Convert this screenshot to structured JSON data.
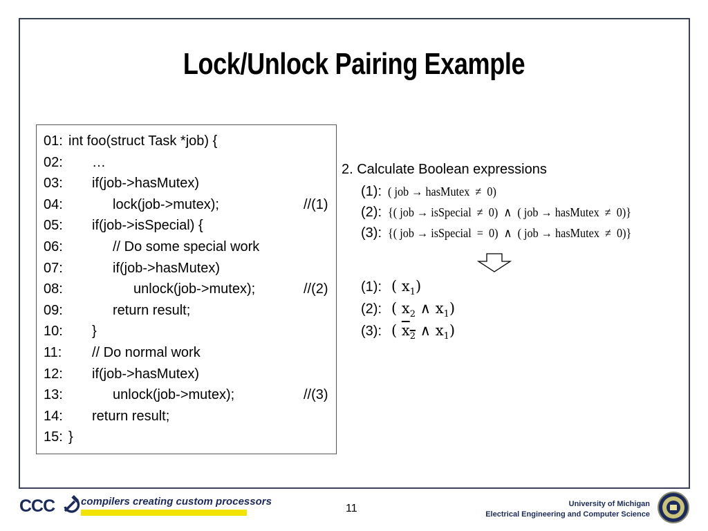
{
  "slide": {
    "title": "Lock/Unlock Pairing Example",
    "code": [
      {
        "num": "01:",
        "text": "int foo(struct Task *job) {",
        "indent": 0,
        "comment": ""
      },
      {
        "num": "02:",
        "text": "…",
        "indent": 1,
        "comment": ""
      },
      {
        "num": "03:",
        "text": "if(job->hasMutex)",
        "indent": 1,
        "comment": ""
      },
      {
        "num": "04:",
        "text": "lock(job->mutex);",
        "indent": 2,
        "comment": "//(1)"
      },
      {
        "num": "05:",
        "text": "if(job->isSpecial) {",
        "indent": 1,
        "comment": ""
      },
      {
        "num": "06:",
        "text": "// Do some special work",
        "indent": 2,
        "comment": ""
      },
      {
        "num": "07:",
        "text": "if(job->hasMutex)",
        "indent": 2,
        "comment": ""
      },
      {
        "num": "08:",
        "text": "unlock(job->mutex);",
        "indent": 3,
        "comment": "//(2)"
      },
      {
        "num": "09:",
        "text": "return result;",
        "indent": 2,
        "comment": ""
      },
      {
        "num": "10:",
        "text": "}",
        "indent": 1,
        "comment": ""
      },
      {
        "num": "11:",
        "text": "// Do normal work",
        "indent": 1,
        "comment": ""
      },
      {
        "num": "12:",
        "text": "if(job->hasMutex)",
        "indent": 1,
        "comment": ""
      },
      {
        "num": "13:",
        "text": "unlock(job->mutex);",
        "indent": 2,
        "comment": "//(3)"
      },
      {
        "num": "14:",
        "text": "return result;",
        "indent": 1,
        "comment": ""
      },
      {
        "num": "15:",
        "text": "}",
        "indent": 0,
        "comment": ""
      }
    ],
    "step_heading": "2. Calculate Boolean expressions",
    "expressions": [
      {
        "label": "(1):",
        "expr": "( job → hasMutex  ≠  0)"
      },
      {
        "label": "(2):",
        "expr": "{( job → isSpecial  ≠  0)  ∧  ( job → hasMutex  ≠  0)}"
      },
      {
        "label": "(3):",
        "expr": "{( job → isSpecial  =  0)  ∧  ( job → hasMutex  ≠  0)}"
      }
    ],
    "variables": [
      {
        "label": "(1):",
        "open": "( ",
        "a": "x",
        "a_sub": "1",
        "op": "",
        "b": "",
        "b_sub": "",
        "close": ")",
        "negate_a": false
      },
      {
        "label": "(2):",
        "open": "( ",
        "a": "x",
        "a_sub": "2",
        "op": " ∧ ",
        "b": "x",
        "b_sub": "1",
        "close": ")",
        "negate_a": false
      },
      {
        "label": "(3):",
        "open": "( ",
        "a": "x",
        "a_sub": "2",
        "op": " ∧ ",
        "b": "x",
        "b_sub": "1",
        "close": ")",
        "negate_a": true
      }
    ]
  },
  "footer": {
    "logo_text": "CCC",
    "tagline": "compilers creating custom processors",
    "page_number": "11",
    "university": "University of Michigan",
    "department": "Electrical Engineering and Computer Science"
  },
  "colors": {
    "frame": "#3a3f58",
    "brand_navy": "#1c2a5a",
    "brand_yellow": "#f2e300"
  },
  "icons": [
    "down-arrow-icon",
    "hammer-sickle-icon",
    "university-seal-icon"
  ]
}
